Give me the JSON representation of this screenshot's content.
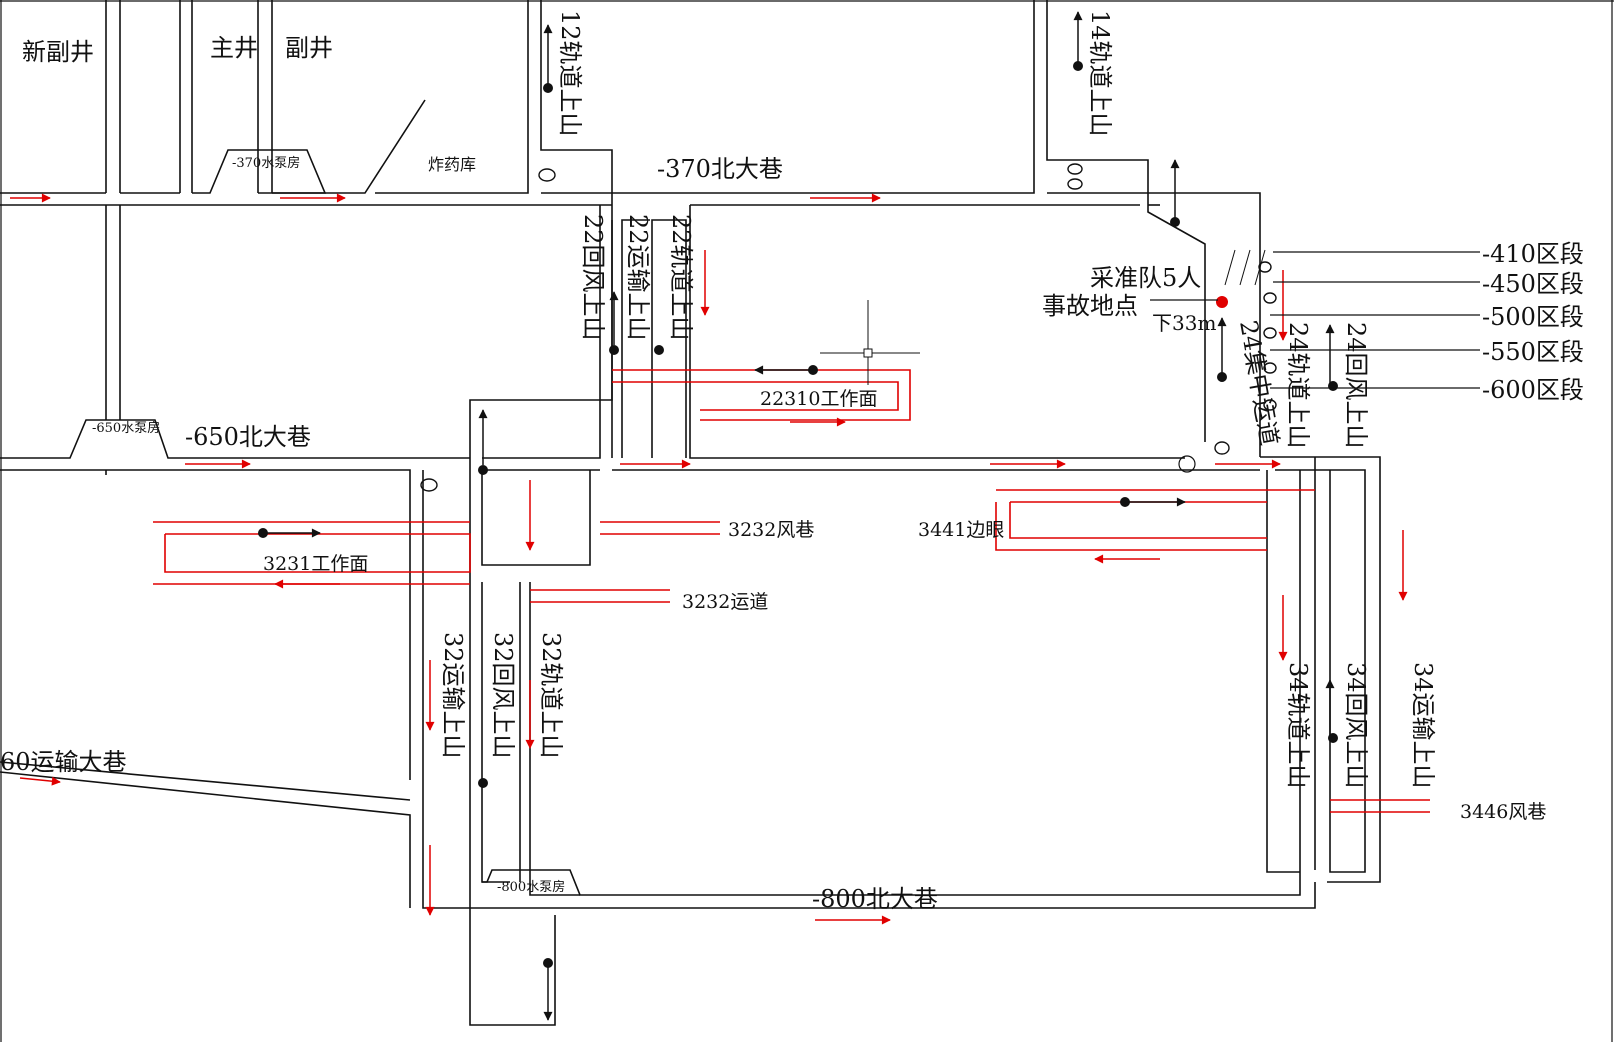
{
  "labels": {
    "new_aux_shaft": "新副井",
    "main_shaft": "主井",
    "aux_shaft": "副井",
    "pump_370": "-370水泵房",
    "explosive_store": "炸药库",
    "north_370": "-370北大巷",
    "up_12": "12轨道上山",
    "up_14": "14轨道上山",
    "up_22_return": "22回风上山",
    "up_22_transport": "22运输上山",
    "up_22_track": "22轨道上山",
    "face_22310": "22310工作面",
    "rescue_team": "采准队5人",
    "accident_site": "事故地点",
    "depth_33": "下33m",
    "zone_410": "-410区段",
    "zone_450": "-450区段",
    "zone_500": "-500区段",
    "zone_550": "-550区段",
    "zone_600": "-600区段",
    "collect_24": "24集中运道",
    "up_24_track": "24轨道上山",
    "up_24_return": "24回风上山",
    "pump_650": "-650水泵房",
    "north_650": "-650北大巷",
    "airway_3232": "3232风巷",
    "haul_3232": "3232运道",
    "face_3231": "3231工作面",
    "side_3441": "3441边眼",
    "up_32_transport": "32运输上山",
    "up_32_return": "32回风上山",
    "up_32_track": "32轨道上山",
    "haul_760": "60运输大巷",
    "pump_800": "-800水泵房",
    "north_800": "-800北大巷",
    "up_34_track": "34轨道上山",
    "up_34_return": "34回风上山",
    "up_34_transport": "34运输上山",
    "airway_3446": "3446风巷"
  },
  "colors": {
    "tunnel": "#111111",
    "fresh_air": "#e00000",
    "accident_point": "#e00000",
    "background": "#ffffff"
  },
  "icons": {
    "fan": "ventilation-fan-icon",
    "airflow": "airflow-arrow-icon",
    "regulator": "air-regulator-icon",
    "accident": "accident-marker-icon"
  }
}
